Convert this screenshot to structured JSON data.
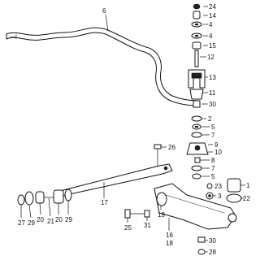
{
  "labels": {
    "n1": "1",
    "n2": "2",
    "n3": "3",
    "n4a": "4",
    "n4b": "4",
    "n5a": "5",
    "n5b": "5",
    "n6": "6",
    "n7a": "7",
    "n7b": "7",
    "n8": "8",
    "n9": "9",
    "n10": "10",
    "n11": "11",
    "n12": "12",
    "n13": "13",
    "n14": "14",
    "n15": "15",
    "n16": "16",
    "n17": "17",
    "n18": "18",
    "n19": "19",
    "n20a": "20",
    "n20b": "20",
    "n21": "21",
    "n22": "22",
    "n23": "23",
    "n24": "24",
    "n25": "25",
    "n26": "26",
    "n27": "27",
    "n28": "28",
    "n29a": "29",
    "n29b": "29",
    "n30a": "30",
    "n30b": "30",
    "n31": "31"
  }
}
